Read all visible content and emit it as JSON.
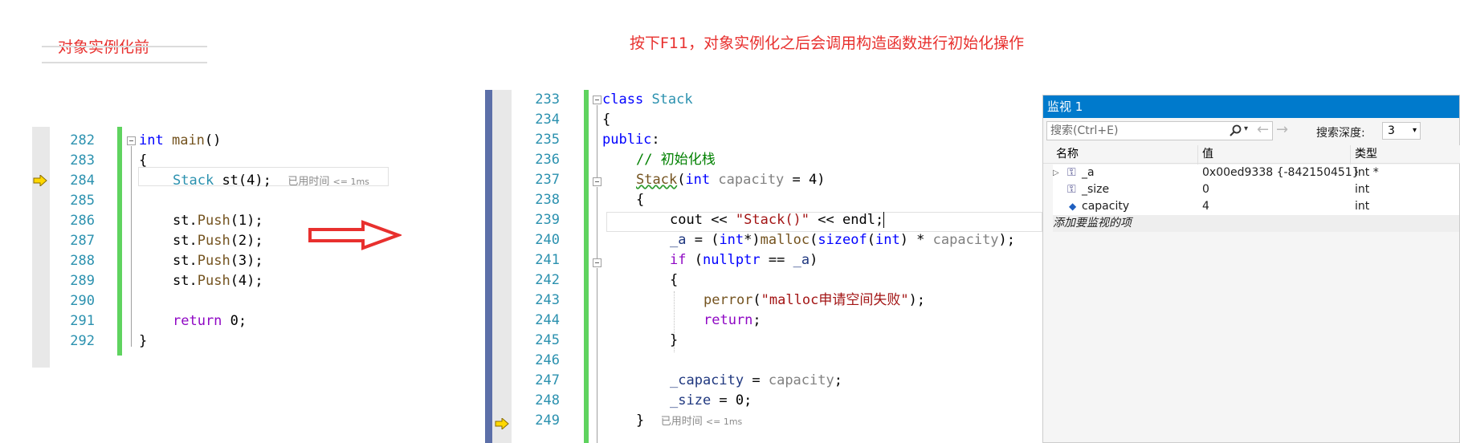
{
  "titles": {
    "left": "对象实例化前",
    "right": "按下F11，对象实例化之后会调用构造函数进行初始化操作"
  },
  "left_code": {
    "line_numbers": [
      "282",
      "283",
      "284",
      "285",
      "286",
      "287",
      "288",
      "289",
      "290",
      "291",
      "292"
    ],
    "l282_kw": "int",
    "l282_fn": "main",
    "l282_rest": "()",
    "l283": "{",
    "l284_type": "Stack",
    "l284_var": "st",
    "l284_rest": "(4);",
    "l284_hint": "已用时间",
    "l284_hint_small": "<= 1ms",
    "push_calls": [
      {
        "obj": "st",
        "fn": "Push",
        "arg": "(1);"
      },
      {
        "obj": "st",
        "fn": "Push",
        "arg": "(2);"
      },
      {
        "obj": "st",
        "fn": "Push",
        "arg": "(3);"
      },
      {
        "obj": "st",
        "fn": "Push",
        "arg": "(4);"
      }
    ],
    "l291_kw": "return",
    "l291_rest": " 0;",
    "l292": "}"
  },
  "right_code": {
    "line_numbers": [
      "233",
      "234",
      "235",
      "236",
      "237",
      "238",
      "239",
      "240",
      "241",
      "242",
      "243",
      "244",
      "245",
      "246",
      "247",
      "248",
      "249"
    ],
    "l233_kw": "class",
    "l233_type": "Stack",
    "l234": "{",
    "l235_kw": "public",
    "l235_rest": ":",
    "l236_comment": "// 初始化栈",
    "l237_fn": "Stack",
    "l237_p1": "(",
    "l237_kw": "int",
    "l237_param": "capacity",
    "l237_rest": " = 4)",
    "l238": "{",
    "l239_cout": "cout",
    "l239_op": " << ",
    "l239_str": "\"Stack()\"",
    "l239_op2": " << ",
    "l239_endl": "endl",
    "l239_end": ";",
    "l240_mb": "_a",
    "l240_a": " = (",
    "l240_kw": "int",
    "l240_b": "*)",
    "l240_fn": "malloc",
    "l240_c": "(",
    "l240_kw2": "sizeof",
    "l240_d": "(",
    "l240_kw3": "int",
    "l240_e": ") * ",
    "l240_param": "capacity",
    "l240_f": ");",
    "l241_ctl": "if",
    "l241_a": " (",
    "l241_kw": "nullptr",
    "l241_b": " == ",
    "l241_mb": "_a",
    "l241_c": ")",
    "l242": "{",
    "l243_fn": "perror",
    "l243_a": "(",
    "l243_str": "\"malloc申请空间失败\"",
    "l243_b": ");",
    "l244_ctl": "return",
    "l244_b": ";",
    "l245": "}",
    "l247_mb": "_capacity",
    "l247_a": " = ",
    "l247_param": "capacity",
    "l247_b": ";",
    "l248_mb": "_size",
    "l248_a": " = 0;",
    "l249": "}",
    "l249_hint": "已用时间",
    "l249_hint_small": "<= 1ms"
  },
  "watch": {
    "title": "监视 1",
    "search_placeholder": "搜索(Ctrl+E)",
    "search_depth_label": "搜索深度:",
    "search_depth_value": "3",
    "col_name": "名称",
    "col_value": "值",
    "col_type": "类型",
    "rows": [
      {
        "name": "_a",
        "value": "0x00ed9338 {-842150451}",
        "type": "int *"
      },
      {
        "name": "_size",
        "value": "0",
        "type": "int"
      },
      {
        "name": "capacity",
        "value": "4",
        "type": "int"
      }
    ],
    "add_item": "添加要监视的项"
  },
  "colors": {
    "title_red": "#e8302e",
    "keyword": "#0000ff",
    "type": "#2b91af",
    "string": "#a31515",
    "comment": "#008000",
    "watch_title_bg": "#007acc",
    "change_bar": "#5fd35f"
  },
  "icons": {
    "breakpoint_arrow": "yellow-arrow-icon",
    "red_arrow": "red-outline-arrow-icon",
    "search": "search-icon",
    "back": "arrow-left-icon",
    "forward": "arrow-right-icon",
    "field": "field-icon",
    "local": "variable-icon"
  }
}
